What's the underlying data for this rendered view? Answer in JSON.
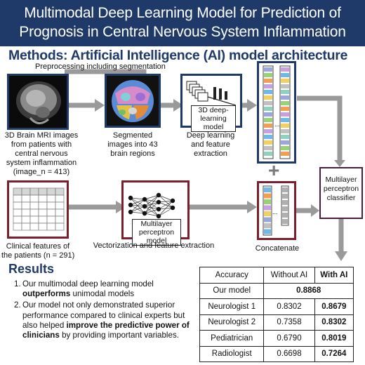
{
  "header": {
    "line1": "Multimodal Deep Learning Model for Prediction of",
    "line2": "Prognosis in Central Nervous System Inflammation"
  },
  "methods_title": "Methods: Artificial Intelligence (AI) model architecture",
  "preprocessing_label": "Preprocessing including segmentation",
  "mri_caption": [
    "3D Brain MRI images",
    "from patients with",
    "central nervous",
    "system inflammation",
    "(image_n = 413)"
  ],
  "segmented_caption": [
    "Segmented",
    "images into 43",
    "brain regions"
  ],
  "dl_box_label": [
    "3D deep-",
    "learning model"
  ],
  "dl_caption": [
    "Deep learning",
    "and feature",
    "extraction"
  ],
  "clinical_caption": [
    "Clinical features of",
    "the patients (n = 291)"
  ],
  "mlp_box_label": [
    "Multilayer",
    "perceptron model"
  ],
  "vector_caption": "Vectorization and feature extraction",
  "concat_caption": "Concatenate",
  "classifier_label": [
    "Multilayer",
    "perceptron",
    "classifier"
  ],
  "plus_sign": "+",
  "ellipsis": "...",
  "results_title": "Results",
  "results_items": [
    {
      "num": "1.",
      "pre": "Our multimodal deep learning model ",
      "bold": "outperforms",
      "post": " unimodal models"
    },
    {
      "num": "2.",
      "pre": "Our model not only demonstrated superior performance compared to clinical experts but also helped ",
      "bold": "improve the predictive power of clinicians",
      "post": " by providing important variables."
    }
  ],
  "table": {
    "headers": [
      "Accuracy",
      "Without AI",
      "With AI"
    ],
    "our_model": {
      "label": "Our model",
      "value": "0.8868"
    },
    "rows": [
      {
        "label": "Neurologist 1",
        "without": "0.8302",
        "with": "0.8679"
      },
      {
        "label": "Neurologist 2",
        "without": "0.7358",
        "with": "0.8302"
      },
      {
        "label": "Pediatrician",
        "without": "0.6790",
        "with": "0.8019"
      },
      {
        "label": "Radiologist",
        "without": "0.6698",
        "with": "0.7264"
      }
    ]
  },
  "colors": {
    "navy": "#1f3a68",
    "maroon": "#7a1f2b",
    "arrow_gray": "#9a9a9a"
  }
}
